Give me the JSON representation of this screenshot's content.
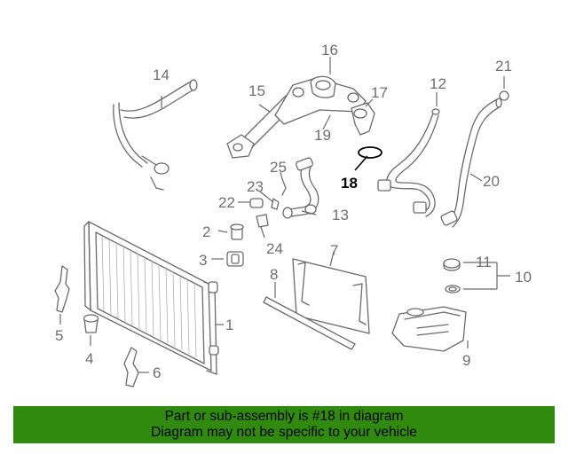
{
  "diagram": {
    "highlighted_part": "18",
    "callouts": {
      "c1": "1",
      "c2": "2",
      "c3": "3",
      "c4": "4",
      "c5": "5",
      "c6": "6",
      "c7": "7",
      "c8": "8",
      "c9": "9",
      "c10": "10",
      "c11": "11",
      "c12": "12",
      "c13": "13",
      "c14": "14",
      "c15": "15",
      "c16": "16",
      "c17": "17",
      "c18": "18",
      "c19": "19",
      "c20": "20",
      "c21": "21",
      "c22": "22",
      "c23": "23",
      "c24": "24",
      "c25": "25"
    }
  },
  "banner": {
    "line1": "Part or sub-assembly is #18 in diagram",
    "line2": "Diagram may not be specific to your vehicle",
    "background": "#2f8a0e"
  }
}
